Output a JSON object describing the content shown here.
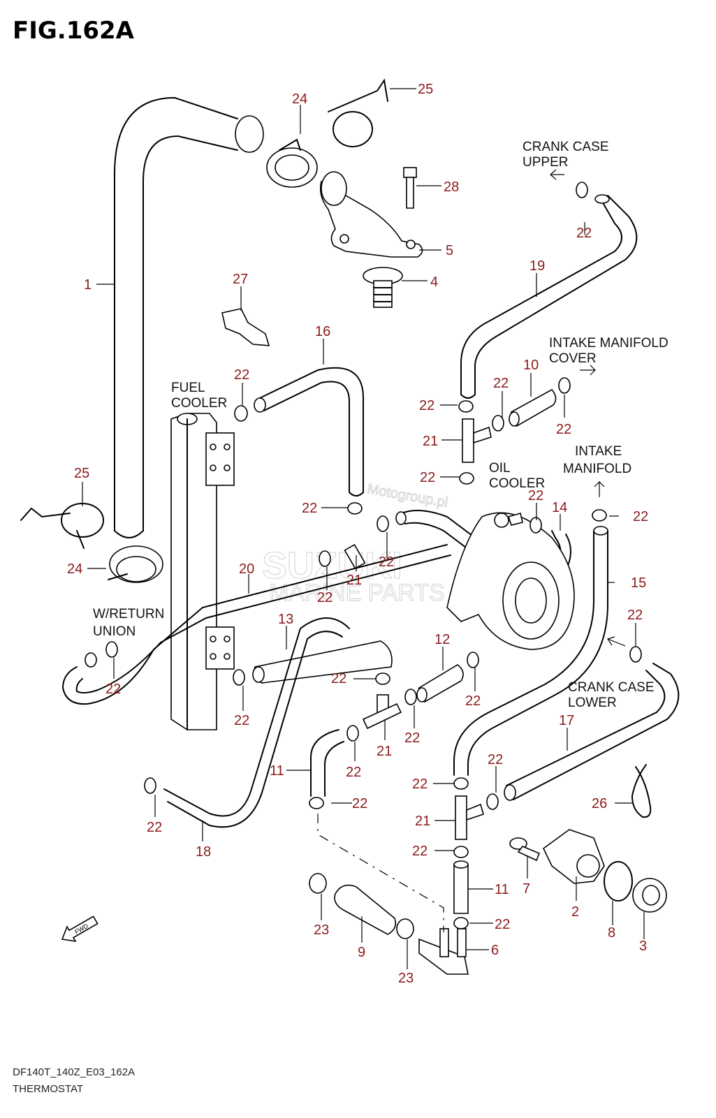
{
  "figure": {
    "title": "FIG.162A",
    "footer_code": "DF140T_140Z_E03_162A",
    "footer_name": "THERMOSTAT",
    "watermarks": [
      "Motogroup.pl",
      "SUZUKI",
      "MARINE PARTS"
    ]
  },
  "labels": {
    "crank_case_upper": [
      "CRANK CASE",
      "UPPER"
    ],
    "intake_manifold_cover": [
      "INTAKE MANIFOLD",
      "COVER"
    ],
    "intake_manifold": [
      "INTAKE",
      "MANIFOLD"
    ],
    "fuel_cooler": [
      "FUEL",
      "COOLER"
    ],
    "oil_cooler": [
      "OIL",
      "COOLER"
    ],
    "w_return_union": [
      "W/RETURN",
      "UNION"
    ],
    "crank_case_lower": [
      "CRANK CASE",
      "LOWER"
    ],
    "fwd": "FWD"
  },
  "callouts": [
    {
      "id": "c25a",
      "text": "25"
    },
    {
      "id": "c24a",
      "text": "24"
    },
    {
      "id": "c28",
      "text": "28"
    },
    {
      "id": "c5",
      "text": "5"
    },
    {
      "id": "c4",
      "text": "4"
    },
    {
      "id": "c1",
      "text": "1"
    },
    {
      "id": "c27",
      "text": "27"
    },
    {
      "id": "c16",
      "text": "16"
    },
    {
      "id": "c19",
      "text": "19"
    },
    {
      "id": "c22a",
      "text": "22"
    },
    {
      "id": "c22b",
      "text": "22"
    },
    {
      "id": "c22c",
      "text": "22"
    },
    {
      "id": "c22d",
      "text": "22"
    },
    {
      "id": "c10",
      "text": "10"
    },
    {
      "id": "c22e",
      "text": "22"
    },
    {
      "id": "c21a",
      "text": "21"
    },
    {
      "id": "c22f",
      "text": "22"
    },
    {
      "id": "c22g",
      "text": "22"
    },
    {
      "id": "c14",
      "text": "14"
    },
    {
      "id": "c22h",
      "text": "22"
    },
    {
      "id": "c25b",
      "text": "25"
    },
    {
      "id": "c22i",
      "text": "22"
    },
    {
      "id": "c22j",
      "text": "22"
    },
    {
      "id": "c21b",
      "text": "21"
    },
    {
      "id": "c22k",
      "text": "22"
    },
    {
      "id": "c15",
      "text": "15"
    },
    {
      "id": "c24b",
      "text": "24"
    },
    {
      "id": "c20",
      "text": "20"
    },
    {
      "id": "c13",
      "text": "13"
    },
    {
      "id": "c12",
      "text": "12"
    },
    {
      "id": "c22l",
      "text": "22"
    },
    {
      "id": "c22m",
      "text": "22"
    },
    {
      "id": "c22n",
      "text": "22"
    },
    {
      "id": "c22o",
      "text": "22"
    },
    {
      "id": "c22p",
      "text": "22"
    },
    {
      "id": "c21c",
      "text": "21"
    },
    {
      "id": "c22q",
      "text": "22"
    },
    {
      "id": "c17",
      "text": "17"
    },
    {
      "id": "c11a",
      "text": "11"
    },
    {
      "id": "c22r",
      "text": "22"
    },
    {
      "id": "c22s",
      "text": "22"
    },
    {
      "id": "c22t",
      "text": "22"
    },
    {
      "id": "c22u",
      "text": "22"
    },
    {
      "id": "c26",
      "text": "26"
    },
    {
      "id": "c21d",
      "text": "21"
    },
    {
      "id": "c22v",
      "text": "22"
    },
    {
      "id": "c18",
      "text": "18"
    },
    {
      "id": "c22w",
      "text": "22"
    },
    {
      "id": "c11b",
      "text": "11"
    },
    {
      "id": "c7",
      "text": "7"
    },
    {
      "id": "c2",
      "text": "2"
    },
    {
      "id": "c23a",
      "text": "23"
    },
    {
      "id": "c9",
      "text": "9"
    },
    {
      "id": "c22x",
      "text": "22"
    },
    {
      "id": "c6",
      "text": "6"
    },
    {
      "id": "c8",
      "text": "8"
    },
    {
      "id": "c3",
      "text": "3"
    },
    {
      "id": "c23b",
      "text": "23"
    },
    {
      "id": "c22y",
      "text": "22"
    }
  ]
}
